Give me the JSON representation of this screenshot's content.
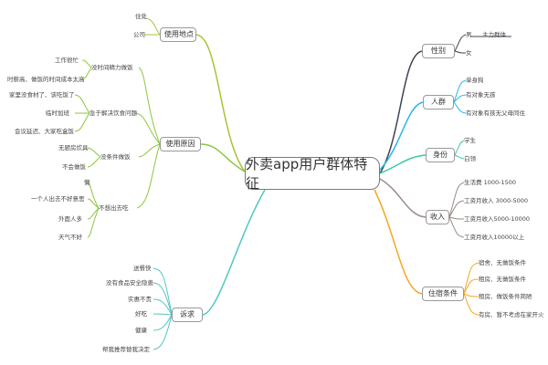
{
  "root": "外卖app用户群体特征",
  "branches": {
    "location": {
      "label": "使用地点",
      "items": [
        "住处",
        "公司"
      ]
    },
    "reasons": {
      "label": "使用原因",
      "groups": [
        {
          "label": "没时间精力做饭",
          "items": [
            "工作很忙",
            "时薪高、做饭的时间成本太高"
          ]
        },
        {
          "label": "急于解决饮食问题",
          "items": [
            "家里没食材了、该吃饭了",
            "临时加班",
            "会议延迟、大家吃盒饭"
          ]
        },
        {
          "label": "没条件做饭",
          "items": [
            "无厨房炊具",
            "不会做饭"
          ]
        },
        {
          "label": "不想出去吃",
          "items": [
            "懒",
            "一个人出去不好意思",
            "外面人多",
            "天气不好"
          ]
        }
      ]
    },
    "demands": {
      "label": "诉求",
      "items": [
        "送餐快",
        "没有食品安全隐患",
        "实惠不贵",
        "好吃",
        "健康",
        "帮我推荐替我决定"
      ]
    },
    "gender": {
      "label": "性别",
      "items": [
        "男",
        "女"
      ],
      "note": "主力群体"
    },
    "people": {
      "label": "人群",
      "items": [
        "单身狗",
        "有对象无孩",
        "有对象有孩无父母同住"
      ]
    },
    "identity": {
      "label": "身份",
      "items": [
        "学生",
        "白领"
      ]
    },
    "income": {
      "label": "收入",
      "items": [
        "生活费 1000-1500",
        "工资月收入 3000-5000",
        "工资月收入5000-10000",
        "工资月收入10000以上"
      ]
    },
    "living": {
      "label": "住宿条件",
      "items": [
        "宿舍、无做饭条件",
        "租房、无做饭条件",
        "租房、做饭条件简陋",
        "有房、暂不考虑在家开火"
      ]
    }
  }
}
